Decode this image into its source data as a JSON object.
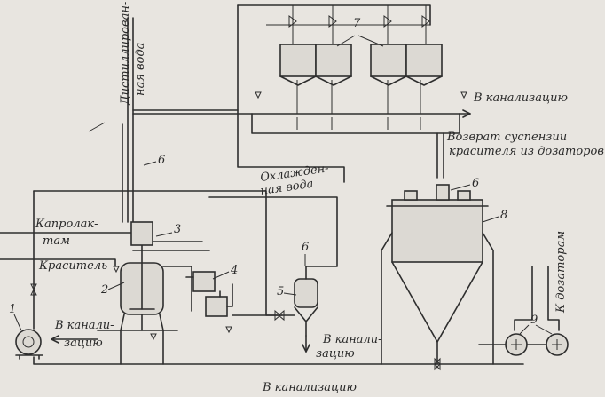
{
  "labels": {
    "distilled_water_1": "Дистиллирован-",
    "distilled_water_2": "ная вода",
    "sewer_top": "В канализацию",
    "suspension_return_1": "Возврат суспензии",
    "suspension_return_2": "красителя из дозаторов",
    "cooled_water_1": "Охлажден-",
    "cooled_water_2": "ная вода",
    "caprolactam_1": "Капролак-",
    "caprolactam_2": "там",
    "dye": "Краситель",
    "to_dosers": "К дозаторам",
    "sewer_left_1": "В канали-",
    "sewer_left_2": "зацию",
    "sewer_mid_1": "В канали-",
    "sewer_mid_2": "зацию",
    "sewer_bottom": "В канализацию"
  },
  "numbers": {
    "n1": "1",
    "n2": "2",
    "n3": "3",
    "n4": "4",
    "n5": "5",
    "n6a": "6",
    "n6b": "6",
    "n6c": "6",
    "n7": "7",
    "n8": "8",
    "n9": "9"
  }
}
